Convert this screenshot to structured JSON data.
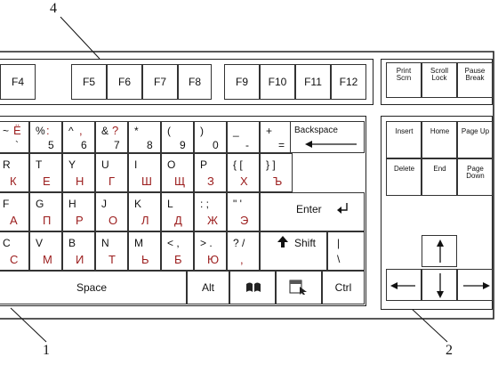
{
  "callouts": [
    "4",
    "1",
    "2"
  ],
  "fkeys": [
    "F4",
    "F5",
    "F6",
    "F7",
    "F8",
    "F9",
    "F10",
    "F11",
    "F12"
  ],
  "sys_keys": [
    "Print Scrn",
    "Scroll Lock",
    "Pause Break"
  ],
  "nav_keys": [
    "Insert",
    "Home",
    "Page Up",
    "Delete",
    "End",
    "Page Down"
  ],
  "main_keys": {
    "num_row": [
      {
        "top": "~",
        "bottom": "`",
        "red_top": "Ё"
      },
      {
        "top": "%",
        "bottom": "5",
        "red_top": ":"
      },
      {
        "top": "^",
        "bottom": "6",
        "red_top": ","
      },
      {
        "top": "&",
        "bottom": "7",
        "red_top": "?"
      },
      {
        "top": "*",
        "bottom": "8"
      },
      {
        "top": "(",
        "bottom": "9"
      },
      {
        "top": ")",
        "bottom": "0"
      },
      {
        "top": "_",
        "bottom": "-"
      },
      {
        "top": "+",
        "bottom": "="
      }
    ],
    "backspace": "Backspace",
    "row_q": [
      {
        "lat": "R",
        "cyr": "К"
      },
      {
        "lat": "T",
        "cyr": "Е"
      },
      {
        "lat": "Y",
        "cyr": "Н"
      },
      {
        "lat": "U",
        "cyr": "Г"
      },
      {
        "lat": "I",
        "cyr": "Ш"
      },
      {
        "lat": "O",
        "cyr": "Щ"
      },
      {
        "lat": "P",
        "cyr": "З"
      },
      {
        "lat": "{ [",
        "cyr": "Х"
      },
      {
        "lat": "} ]",
        "cyr": "Ъ"
      }
    ],
    "row_a": [
      {
        "lat": "F",
        "cyr": "А"
      },
      {
        "lat": "G",
        "cyr": "П"
      },
      {
        "lat": "H",
        "cyr": "Р"
      },
      {
        "lat": "J",
        "cyr": "О"
      },
      {
        "lat": "K",
        "cyr": "Л"
      },
      {
        "lat": "L",
        "cyr": "Д"
      },
      {
        "lat": ": ;",
        "cyr": "Ж"
      },
      {
        "lat": "\" '",
        "cyr": "Э"
      }
    ],
    "enter": "Enter",
    "row_z": [
      {
        "lat": "C",
        "cyr": "С"
      },
      {
        "lat": "V",
        "cyr": "М"
      },
      {
        "lat": "B",
        "cyr": "И"
      },
      {
        "lat": "N",
        "cyr": "Т"
      },
      {
        "lat": "M",
        "cyr": "Ь"
      },
      {
        "lat": "< ,",
        "cyr": "Б"
      },
      {
        "lat": "> .",
        "cyr": "Ю"
      },
      {
        "lat": "? /",
        "cyr": ","
      }
    ],
    "shift": "Shift",
    "backslash": {
      "top": "|",
      "bottom": "\\"
    },
    "space": "Space",
    "alt": "Alt",
    "ctrl": "Ctrl"
  },
  "icons": {
    "win": "windows-key-icon",
    "menu": "context-menu-key-icon"
  }
}
